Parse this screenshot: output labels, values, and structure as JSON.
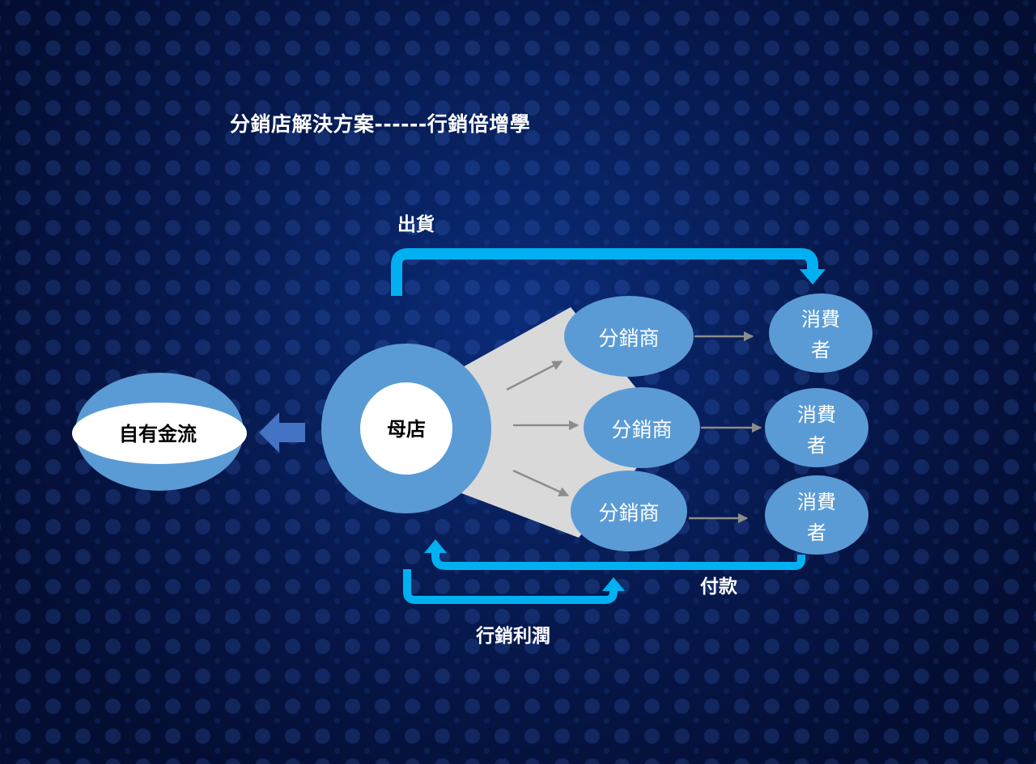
{
  "title": "分銷店解決方案------行銷倍增學",
  "nodes": {
    "self_cash_flow": "自有金流",
    "mother_store": "母店",
    "distributors": [
      "分銷商",
      "分銷商",
      "分銷商"
    ],
    "consumers": [
      {
        "line1": "消費",
        "line2": "者"
      },
      {
        "line1": "消費",
        "line2": "者"
      },
      {
        "line1": "消費",
        "line2": "者"
      }
    ]
  },
  "flows": {
    "shipping": "出貨",
    "payment": "付款",
    "marketing_profit": "行銷利潤"
  },
  "colors": {
    "node_fill": "#5b9bd5",
    "flow_arrow": "#00b0f0",
    "inner_fill": "#ffffff",
    "fan_fill": "#d9d9d9",
    "small_arrow": "#7f7f7f",
    "left_arrow": "#4472c4"
  }
}
